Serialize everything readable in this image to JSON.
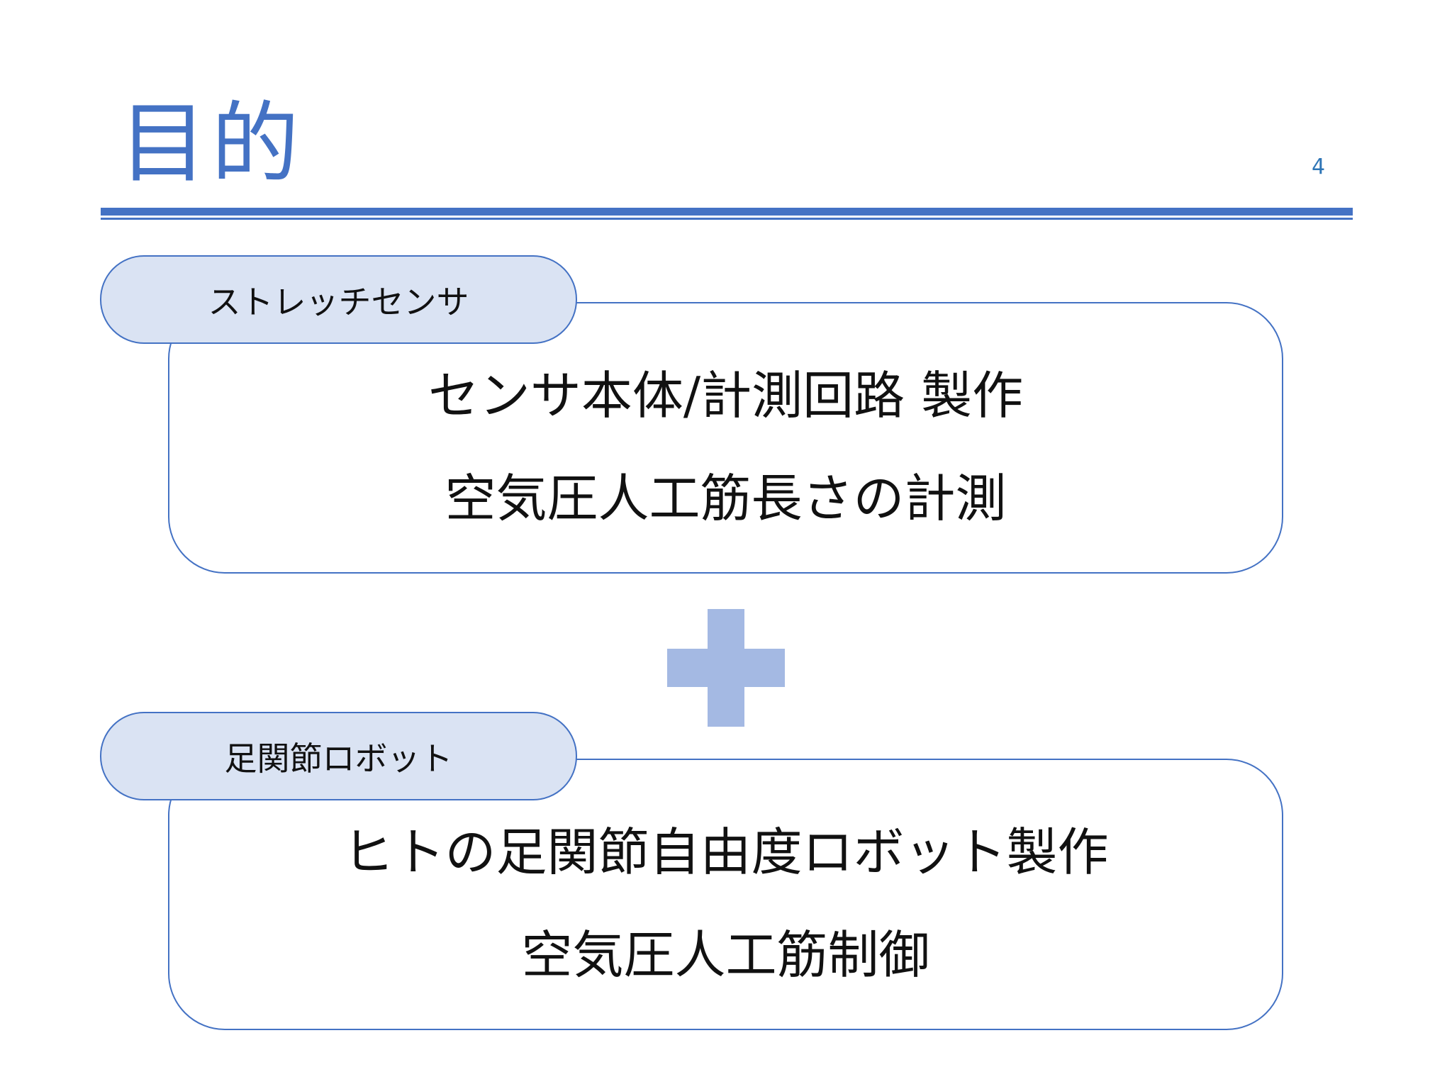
{
  "slide": {
    "title": "目的",
    "page_number": "4",
    "accent_color": "#4472c4",
    "pill_fill_color": "#dae3f3",
    "plus_color": "#a4b9e3"
  },
  "sections": [
    {
      "label": "ストレッチセンサ",
      "lines": [
        "センサ本体/計測回路  製作",
        "空気圧人工筋長さの計測"
      ]
    },
    {
      "label": "足関節ロボット",
      "lines": [
        "ヒトの足関節自由度ロボット製作",
        "空気圧人工筋制御"
      ]
    }
  ],
  "connector_icon": "plus-icon"
}
